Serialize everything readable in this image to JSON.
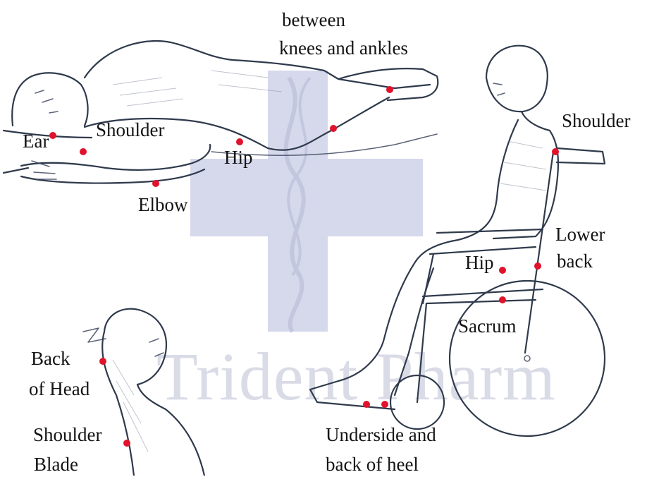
{
  "watermark": {
    "text": "Trident Pharm",
    "cross_color": "#cfd2e8"
  },
  "dot_color": "#e1122c",
  "labels": {
    "between": "between",
    "knees_ankles": "knees and ankles",
    "ear": "Ear",
    "shoulder_lying": "Shoulder",
    "hip_lying": "Hip",
    "elbow": "Elbow",
    "shoulder_chair": "Shoulder",
    "lower": "Lower",
    "back": "back",
    "hip_chair": "Hip",
    "sacrum": "Sacrum",
    "back_of": "Back",
    "of_head": "of Head",
    "shoulder_b": "Shoulder",
    "blade": "Blade",
    "underside": "Underside and",
    "back_heel": "back of heel"
  }
}
